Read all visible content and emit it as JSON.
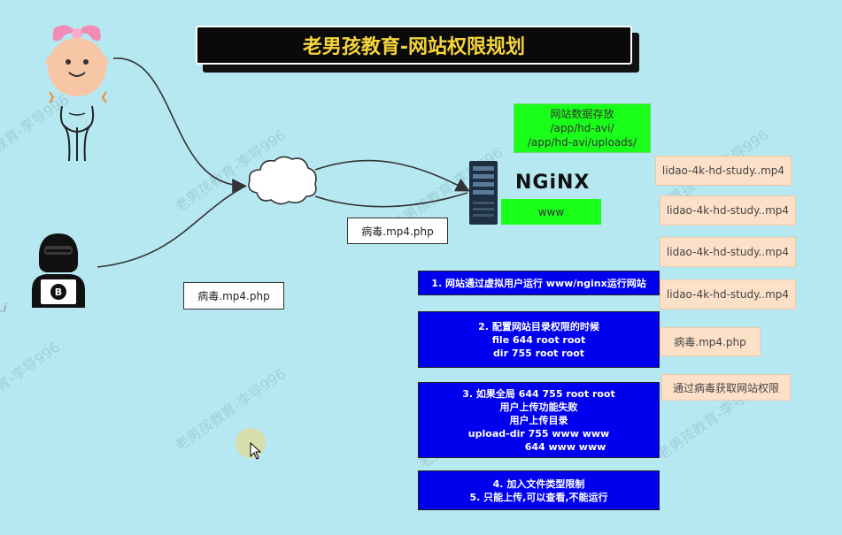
{
  "title": "老男孩教育-网站权限规划",
  "storage": {
    "line1": "网站数据存放",
    "line2": "/app/hd-avi/",
    "line3": "/app/hd-avi/uploads/"
  },
  "nginx": {
    "logo": "NGiNX",
    "user_label": "www"
  },
  "virus_file_near_server": "病毒.mp4.php",
  "virus_file_from_hacker": "病毒.mp4.php",
  "files": [
    "lidao-4k-hd-study..mp4",
    "lidao-4k-hd-study..mp4",
    "lidao-4k-hd-study..mp4",
    "lidao-4k-hd-study..mp4",
    "病毒.mp4.php",
    "通过病毒获取网站权限"
  ],
  "steps": [
    {
      "lines": [
        "1. 网站通过虚拟用户运行 www/nginx运行网站"
      ]
    },
    {
      "lines": [
        "2. 配置网站目录权限的时候",
        "file  644 root root",
        "dir   755 root root"
      ]
    },
    {
      "lines": [
        "3. 如果全局 644 755 root root",
        "用户上传功能失败",
        "用户上传目录",
        "upload-dir   755  www www",
        "644 www www"
      ]
    },
    {
      "lines": [
        "4. 加入文件类型限制",
        "5. 只能上传,可以查看,不能运行"
      ]
    }
  ],
  "watermark": "老男孩教育-李导996",
  "left_edge_fragment": ".i",
  "colors": {
    "background": "#b6e8f1",
    "title_text": "#f5d53a",
    "green": "#1aff1a",
    "blue": "#0000ee",
    "peach": "#fde0c8"
  },
  "icons": [
    "baby-girl-icon",
    "cloud-icon",
    "hacker-bitcoin-icon",
    "server-icon",
    "mouse-cursor-icon"
  ]
}
